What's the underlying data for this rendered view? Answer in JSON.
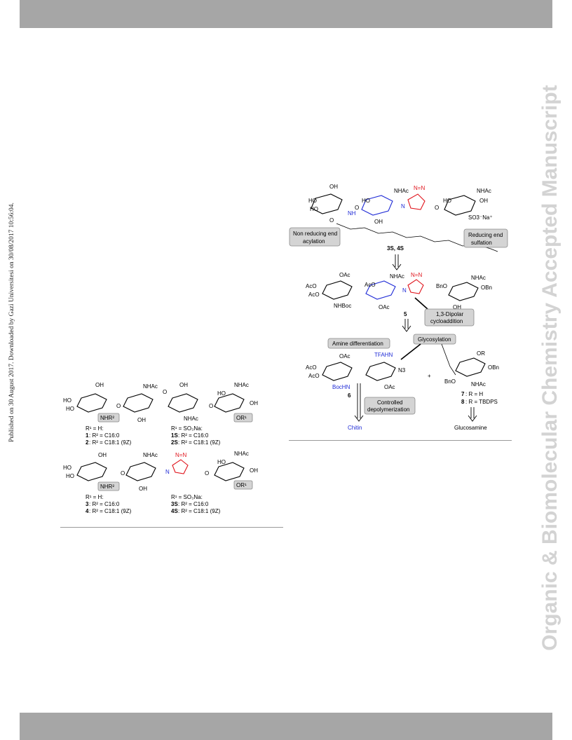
{
  "side_note": "Published on 30 August 2017. Downloaded by Gazi Universitesi on 30/08/2017 10:56:04.",
  "journal_watermark": "Organic & Biomolecular Chemistry Accepted Manuscript",
  "scheme": {
    "labels": {
      "oh": "OH",
      "ho": "HO",
      "nhac": "NHAc",
      "nh": "NH",
      "o": "O",
      "so3na": "SO3⁻Na⁺",
      "oac": "OAc",
      "aco": "AcO",
      "nhboc": "NHBoc",
      "bno": "BnO",
      "obn": "OBn",
      "n_eq": "N=N",
      "n": "N",
      "tfahn": "TFAHN",
      "n3": "N3",
      "bochn": "BocHN",
      "or": "OR",
      "plus": "+"
    },
    "boxes": {
      "nonreducing": [
        "Non reducing end",
        "acylation"
      ],
      "reducing": [
        "Reducing end",
        "sulfation"
      ],
      "dipolar": [
        "1,3-Dipolar",
        "cycloaddition"
      ],
      "amine": "Amine differentiation",
      "glycosylation": "Glycosylation",
      "depoly": [
        "Controlled",
        "depolymerization"
      ]
    },
    "compounds": {
      "c34s": "3S, 4S",
      "c5": "5",
      "c6": "6",
      "c7": ": R = H",
      "c7n": "7",
      "c8": ": R = TBDPS",
      "c8n": "8",
      "chitin": "Chitin",
      "glucosamine": "Glucosamine"
    }
  },
  "figure": {
    "nhr2": "NHR²",
    "or1": "OR¹",
    "top": {
      "left_head": "R¹ = H:",
      "left_1": ": R² = C16:0",
      "left_1n": "1",
      "left_2": ": R² = C18:1 (9Z)",
      "left_2n": "2",
      "right_head": "R¹ = SO₃Na:",
      "right_1": ": R² = C16:0",
      "right_1n": "1S",
      "right_2": ": R² = C18:1 (9Z)",
      "right_2n": "2S"
    },
    "bottom": {
      "left_head": "R¹ = H:",
      "left_1": ": R² = C16:0",
      "left_1n": "3",
      "left_2": ": R² = C18:1 (9Z)",
      "left_2n": "4",
      "right_head": "R¹ = SO₃Na:",
      "right_1": ": R² = C16:0",
      "right_1n": "3S",
      "right_2": ": R² = C18:1 (9Z)",
      "right_2n": "4S"
    }
  }
}
